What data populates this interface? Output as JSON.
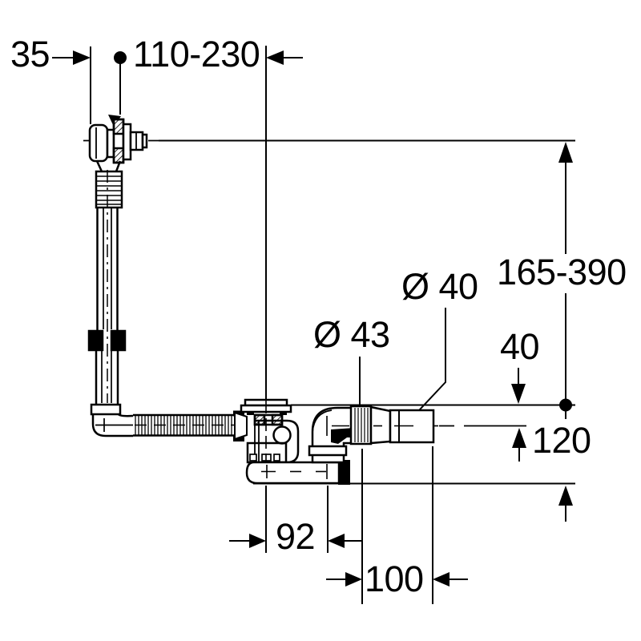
{
  "page": {
    "background": "#ffffff",
    "ink": "#000000"
  },
  "drawing": {
    "labels": {
      "overflow_offset": "35",
      "horizontal_adjust_range": "110-230",
      "vertical_adjust_range": "165-390",
      "nut_diameter": "Ø 43",
      "outlet_diameter": "Ø 40",
      "outlet_drop": "40",
      "outlet_height": "120",
      "trap_length": "92",
      "outlet_length": "100"
    }
  }
}
